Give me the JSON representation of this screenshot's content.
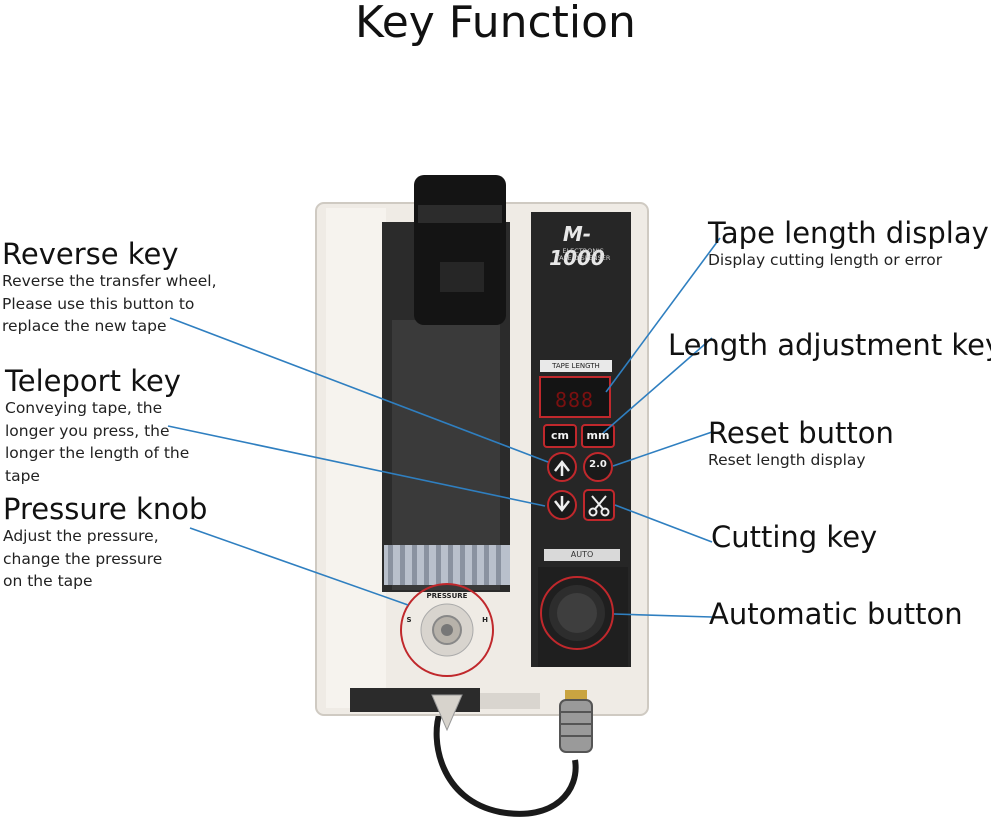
{
  "title": "Key Function",
  "labels": {
    "reverse_key": {
      "heading": "Reverse key",
      "lines": [
        "Reverse the transfer wheel,",
        "Please use this button to",
        "replace the new tape"
      ]
    },
    "teleport_key": {
      "heading": "Teleport key",
      "lines": [
        "Conveying tape, the",
        "longer you press, the",
        "longer the length of the",
        "tape"
      ]
    },
    "pressure_knob": {
      "heading": "Pressure knob",
      "lines": [
        "Adjust the pressure,",
        "change the pressure",
        "on the tape"
      ]
    },
    "tape_length_display": {
      "heading": "Tape length display",
      "lines": [
        "Display cutting length or error"
      ]
    },
    "length_adjustment_key": {
      "heading": "Length adjustment key",
      "lines": []
    },
    "reset_button": {
      "heading": "Reset button",
      "lines": [
        "Reset length display"
      ]
    },
    "cutting_key": {
      "heading": "Cutting key",
      "lines": []
    },
    "automatic_button": {
      "heading": "Automatic button",
      "lines": []
    }
  },
  "device": {
    "brand": "M-1000",
    "brand_sub": [
      "ELECTRONIC",
      "TAPE DISPENSER"
    ],
    "panel_label": "TAPE LENGTH",
    "display_value": "888",
    "unit_keys": [
      "cm",
      "mm"
    ],
    "reset_key": "2.0",
    "auto_label": "AUTO",
    "knob_label": "PRESSURE",
    "knob_left": "S",
    "knob_right": "H"
  },
  "colors": {
    "callout_line": "#2f7fc0",
    "highlight_ring": "#c0282c",
    "panel": "#2a2a2a",
    "body": "#eeeae4"
  }
}
